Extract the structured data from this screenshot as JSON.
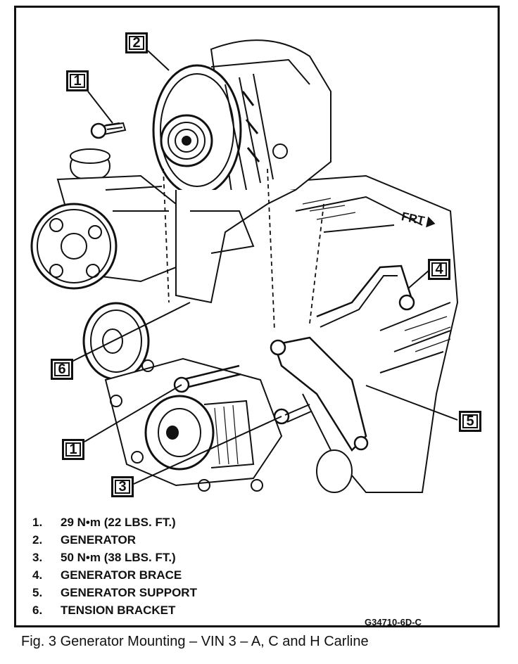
{
  "callouts": {
    "c1_top": "1",
    "c2": "2",
    "c4": "4",
    "c5": "5",
    "c6": "6",
    "c1_bottom": "1",
    "c3": "3"
  },
  "frt_label": "FRT",
  "legend": [
    {
      "num": "1.",
      "text": "29 N•m (22 LBS. FT.)"
    },
    {
      "num": "2.",
      "text": "GENERATOR"
    },
    {
      "num": "3.",
      "text": "50 N•m (38 LBS. FT.)"
    },
    {
      "num": "4.",
      "text": "GENERATOR BRACE"
    },
    {
      "num": "5.",
      "text": "GENERATOR SUPPORT"
    },
    {
      "num": "6.",
      "text": "TENSION BRACKET"
    }
  ],
  "figure_code": "G34710-6D-C",
  "caption": "Fig. 3 Generator Mounting – VIN 3 – A, C and H Carline"
}
